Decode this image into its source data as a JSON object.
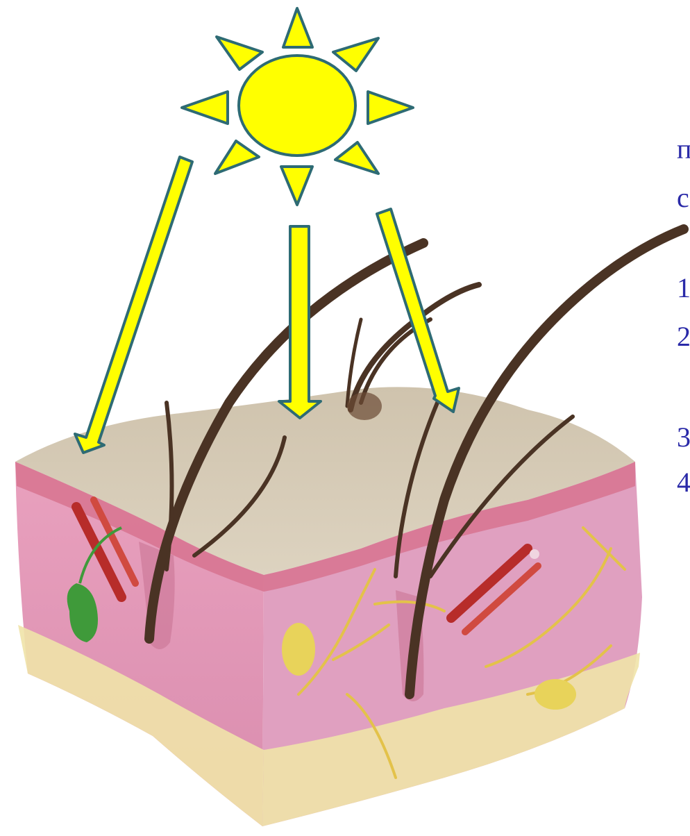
{
  "side_text": [
    "п",
    "с",
    "1",
    "2",
    "3",
    "4"
  ],
  "colors": {
    "sun_fill": "#ffff00",
    "sun_outline": "#2e6b74",
    "text": "#2a2aa8",
    "skin_pink": "#e9a3be",
    "epidermis": "#d9c9b0",
    "fat_layer": "#f1e4a6",
    "hair": "#4a3324",
    "vessel_red": "#c0392b",
    "nerve_yellow": "#e7c94a",
    "gland_green": "#3f9a3a"
  },
  "icons": [
    "sun-icon",
    "arrow-down-icon"
  ]
}
